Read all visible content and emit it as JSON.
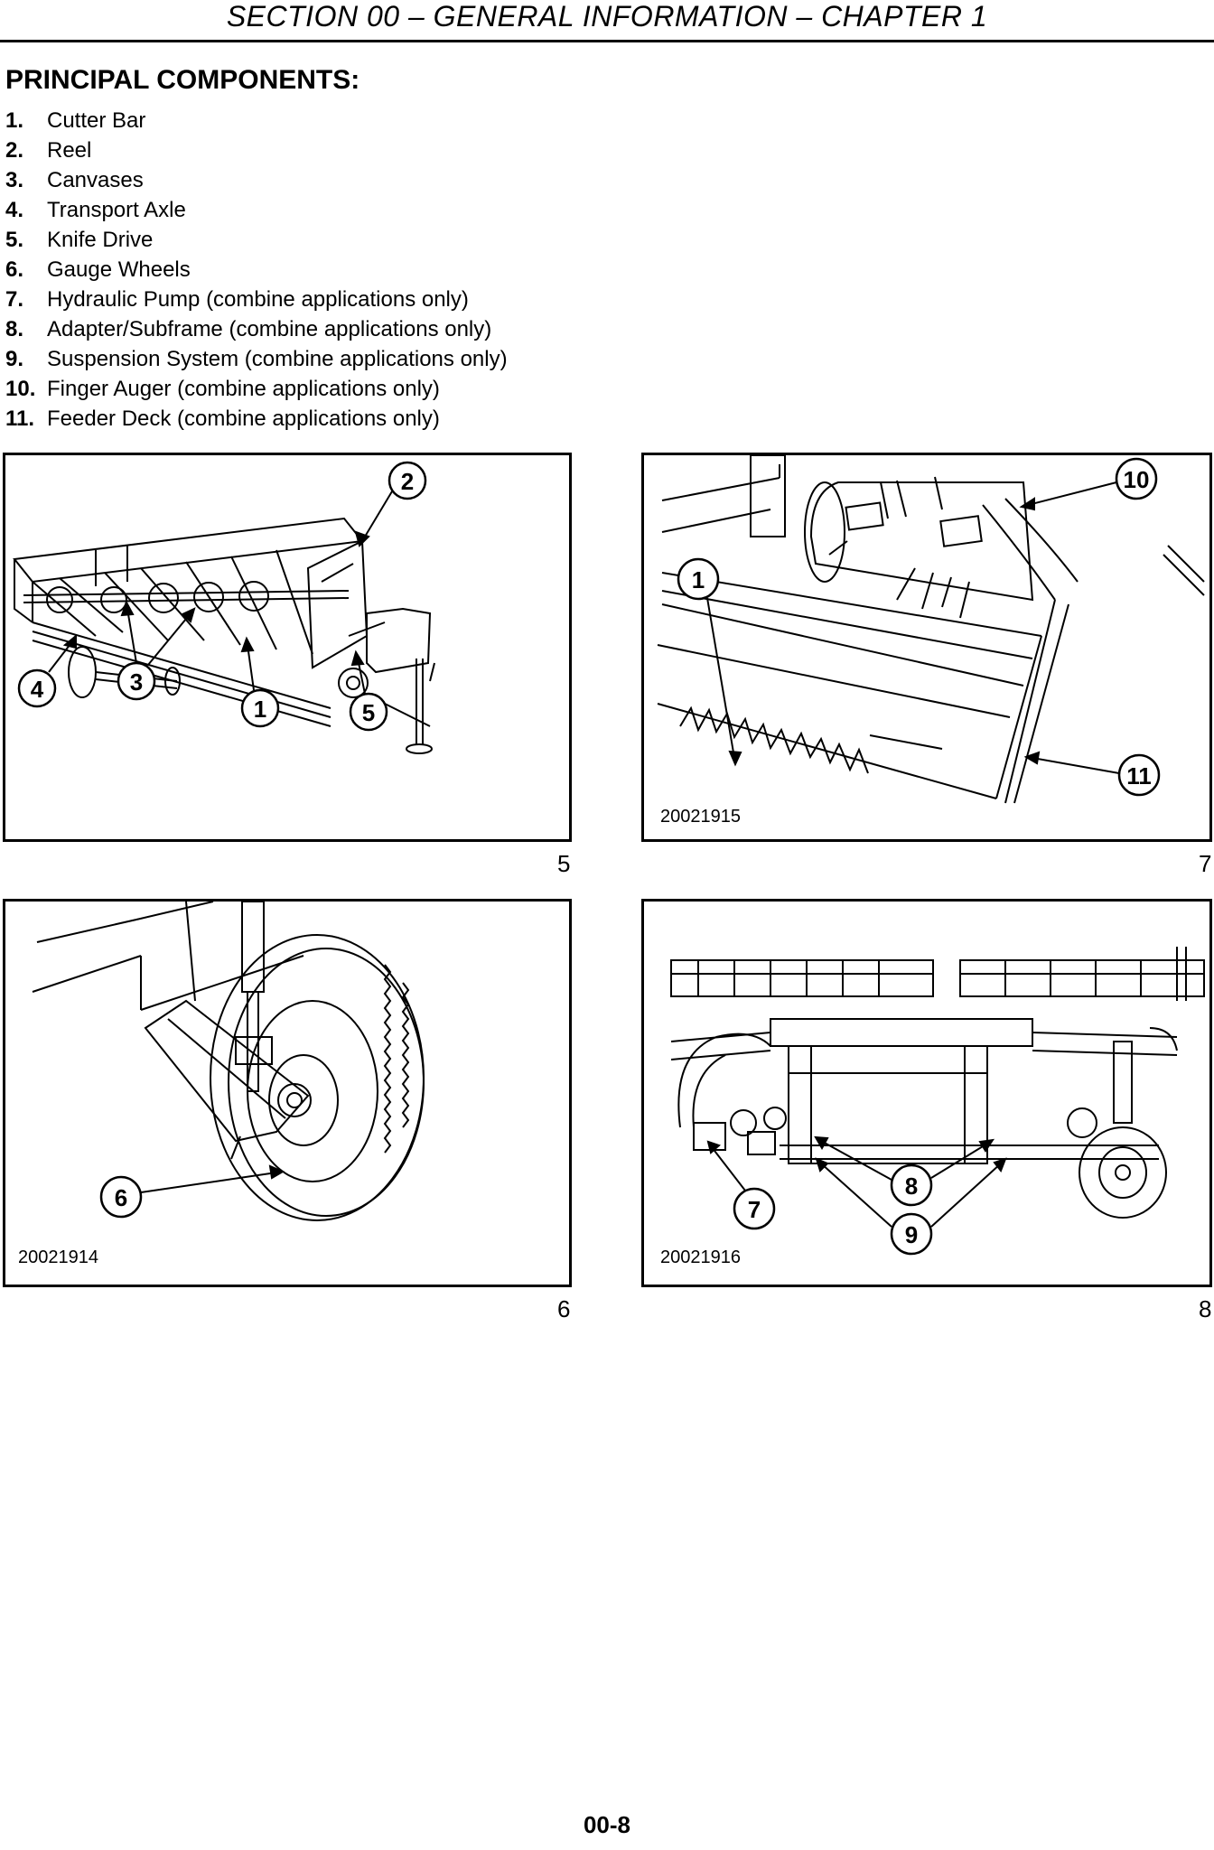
{
  "header": {
    "title": "SECTION 00 – GENERAL INFORMATION – CHAPTER 1"
  },
  "components": {
    "heading": "PRINCIPAL COMPONENTS:",
    "items": [
      {
        "num": "1.",
        "label": "Cutter Bar"
      },
      {
        "num": "2.",
        "label": "Reel"
      },
      {
        "num": "3.",
        "label": "Canvases"
      },
      {
        "num": "4.",
        "label": "Transport Axle"
      },
      {
        "num": "5.",
        "label": "Knife Drive"
      },
      {
        "num": "6.",
        "label": "Gauge Wheels"
      },
      {
        "num": "7.",
        "label": "Hydraulic Pump (combine applications only)"
      },
      {
        "num": "8.",
        "label": "Adapter/Subframe (combine applications only)"
      },
      {
        "num": "9.",
        "label": "Suspension System (combine applications only)"
      },
      {
        "num": "10.",
        "label": "Finger Auger (combine applications only)"
      },
      {
        "num": "11.",
        "label": "Feeder Deck (combine applications only)"
      }
    ]
  },
  "figures": {
    "fig5": {
      "number": "5",
      "callouts": [
        "2",
        "4",
        "3",
        "1",
        "5"
      ]
    },
    "fig7": {
      "number": "7",
      "code": "20021915",
      "callouts": [
        "10",
        "1",
        "11"
      ]
    },
    "fig6": {
      "number": "6",
      "code": "20021914",
      "callouts": [
        "6"
      ]
    },
    "fig8": {
      "number": "8",
      "code": "20021916",
      "callouts": [
        "8",
        "7",
        "9"
      ]
    }
  },
  "footer": {
    "page_number": "00-8"
  }
}
